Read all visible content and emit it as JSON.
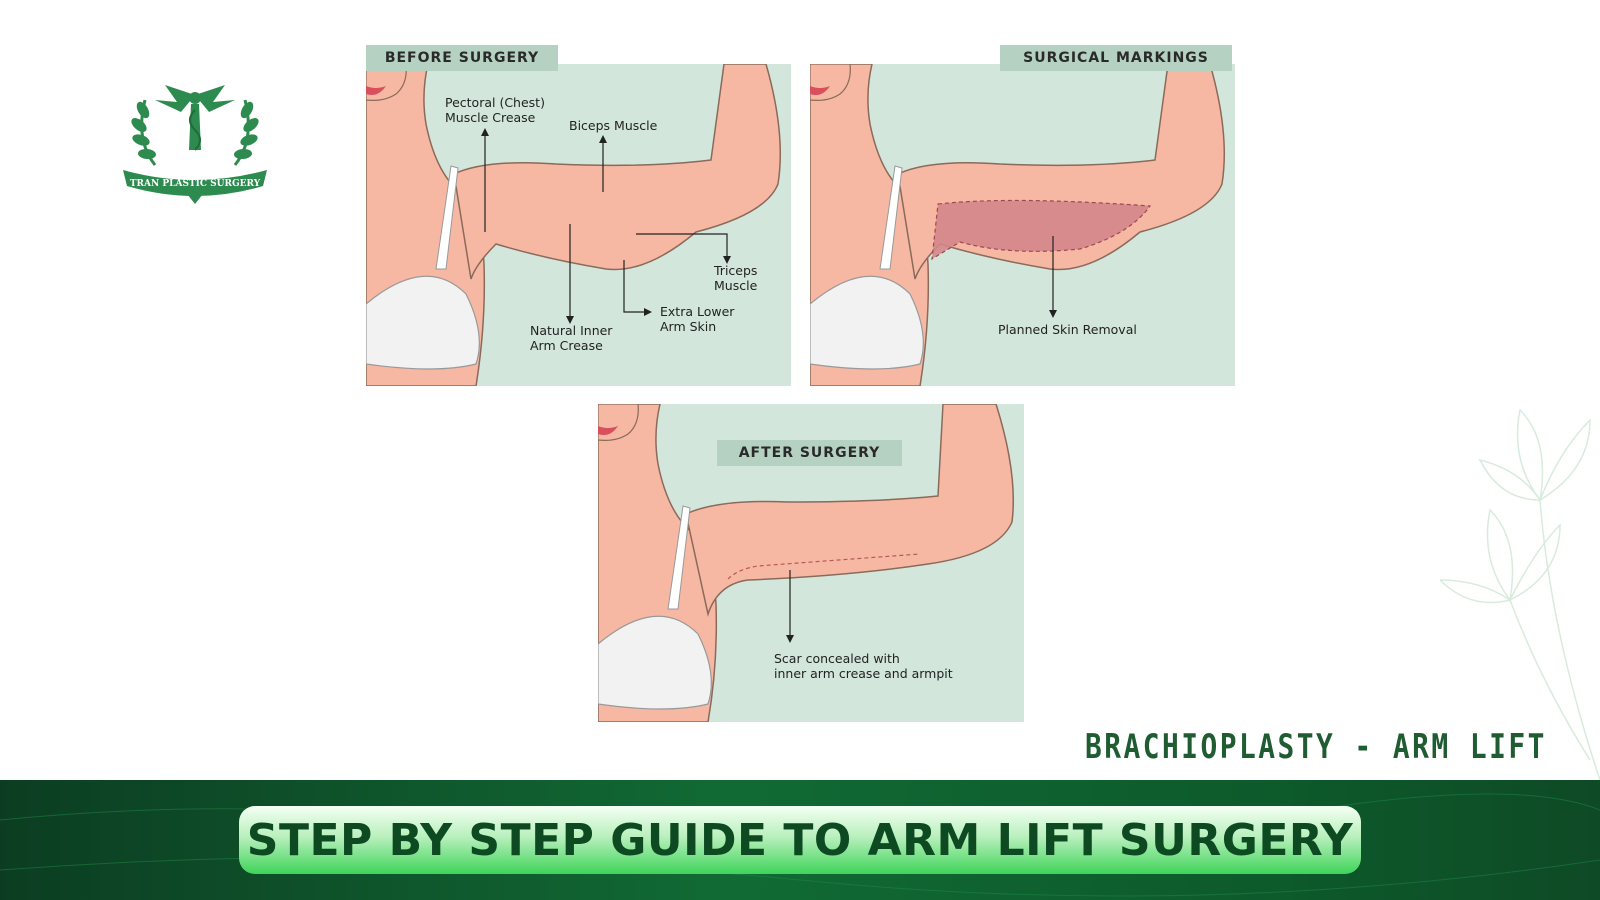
{
  "logo": {
    "text": "TRAN PLASTIC SURGERY"
  },
  "panels": {
    "before": {
      "tag": "BEFORE SURGERY",
      "labels": {
        "pectoral_1": "Pectoral (Chest)",
        "pectoral_2": "Muscle Crease",
        "biceps": "Biceps Muscle",
        "triceps_1": "Triceps",
        "triceps_2": "Muscle",
        "inner_1": "Natural Inner",
        "inner_2": "Arm Crease",
        "skin_1": "Extra Lower",
        "skin_2": "Arm Skin"
      }
    },
    "markings": {
      "tag": "SURGICAL MARKINGS",
      "labels": {
        "removal": "Planned Skin Removal"
      }
    },
    "after": {
      "tag": "AFTER SURGERY",
      "labels": {
        "scar_1": "Scar concealed with",
        "scar_2": "inner arm crease and armpit"
      }
    }
  },
  "subtitle": "BRACHIOPLASTY - ARM LIFT",
  "banner": {
    "title": "STEP BY STEP GUIDE TO ARM LIFT SURGERY"
  },
  "colors": {
    "panel_bg": "#d3e6dc",
    "skin": "#f6b8a3",
    "brand_green": "#1f6b3a",
    "tag_bg": "#b5d1c2"
  }
}
